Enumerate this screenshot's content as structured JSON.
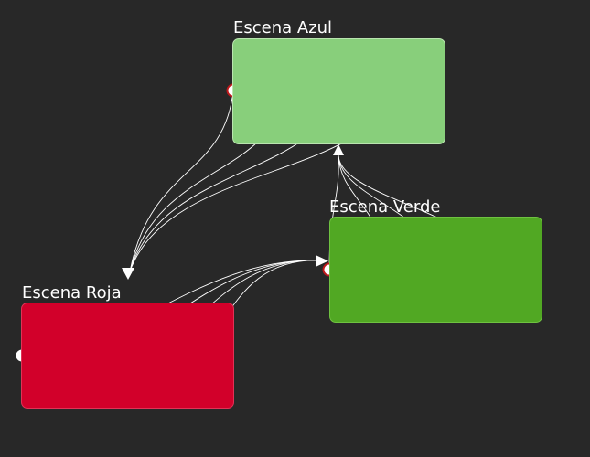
{
  "diagram": {
    "nodes": [
      {
        "id": "azul",
        "title": "Escena Azul",
        "color": "#88cf7b",
        "edge_color": "#b9e5af",
        "ports": 4,
        "port_style": "hollow"
      },
      {
        "id": "verde",
        "title": "Escena Verde",
        "color": "#51a823",
        "edge_color": "#6fc241",
        "ports": 4,
        "port_style": "hollow"
      },
      {
        "id": "roja",
        "title": "Escena Roja",
        "color": "#d2002a",
        "edge_color": "#e03356",
        "ports": 4,
        "port_style": "solid"
      }
    ],
    "connections": [
      {
        "from": "azul",
        "to": "roja",
        "count": 4
      },
      {
        "from": "roja",
        "to": "verde",
        "count": 4
      },
      {
        "from": "verde",
        "to": "azul",
        "count": 4
      }
    ],
    "port_ring_color": "#c0191c"
  }
}
